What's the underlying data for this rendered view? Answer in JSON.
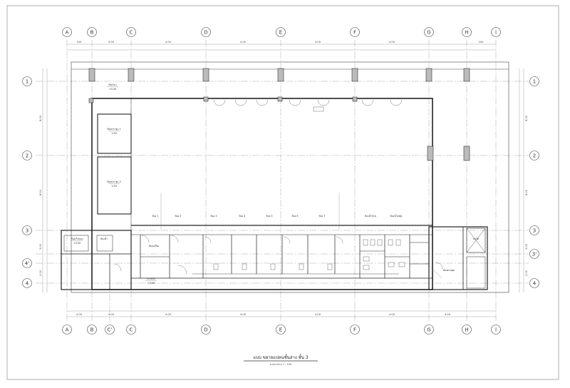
{
  "drawing": {
    "title": "แบบ ขยายแปลนชั้นล่าง ชั้น 3",
    "scale_note": "มาตราส่วน 1 : 100",
    "cols_top": [
      "A",
      "B",
      "C",
      "D",
      "E",
      "F",
      "G",
      "H",
      "I"
    ],
    "cols_bottom": [
      "A",
      "B",
      "C'",
      "C",
      "D",
      "E",
      "F",
      "G",
      "H",
      "I"
    ],
    "rows": [
      "1",
      "2",
      "3",
      "4'",
      "4"
    ],
    "rows_right": [
      "1",
      "2",
      "3",
      "3'",
      "4"
    ],
    "top_dims": [
      "100",
      "4.00",
      "4.00",
      "4.00",
      "4.00",
      "4.00",
      "100"
    ],
    "bottom_dims": [
      "4.00",
      "4.00",
      "4.00",
      "4.00",
      "4.00",
      "4.00",
      "4.00"
    ],
    "left_dims": [
      "8.00",
      "8.00",
      "3.00",
      "2.00"
    ],
    "right_dims": [
      "8.00",
      "8.00",
      "3.00",
      "2.00"
    ],
    "room_labels": [
      {
        "text": "ห้องโถง",
        "sub": "+0.00"
      },
      {
        "text": "ห้องประชุม 1",
        "sub": "1:50"
      },
      {
        "text": "ห้องประชุม 2",
        "sub": "1:50"
      },
      {
        "text": "ห้องเก็บของ",
        "sub": "+0.00"
      },
      {
        "text": "ห้องน้ำ",
        "sub": ""
      },
      {
        "text": "ห้องเครื่อง",
        "sub": ""
      },
      {
        "text": "ห้อง 1",
        "sub": ""
      },
      {
        "text": "ห้อง 2",
        "sub": ""
      },
      {
        "text": "ห้อง 3",
        "sub": ""
      },
      {
        "text": "ห้อง 4",
        "sub": ""
      },
      {
        "text": "ห้อง 5",
        "sub": ""
      },
      {
        "text": "ห้อง 6",
        "sub": ""
      },
      {
        "text": "ห้อง 7",
        "sub": ""
      },
      {
        "text": "ห้องน้ำชาย",
        "sub": ""
      },
      {
        "text": "ห้องน้ำหญิง",
        "sub": ""
      },
      {
        "text": "บันได",
        "sub": ""
      },
      {
        "text": "ทางเดิน",
        "sub": "+0.00"
      },
      {
        "text": "ห้องควบคุม",
        "sub": ""
      }
    ]
  }
}
